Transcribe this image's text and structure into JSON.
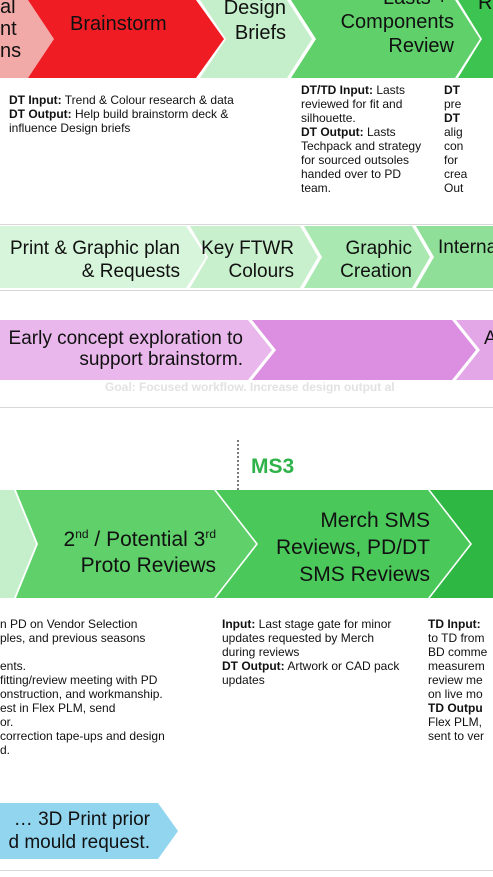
{
  "top_chevrons": {
    "left_partial": [
      "al",
      "nt",
      "ns"
    ],
    "brainstorm": "Brainstorm",
    "design_briefs": [
      "Design",
      "Briefs"
    ],
    "lasts_components": [
      "Lasts +",
      "Components",
      "Review"
    ],
    "right_partial": "R"
  },
  "top_descriptions": {
    "col1": {
      "input_label": "DT Input:",
      "input_text": " Trend & Colour research & data",
      "output_label": "DT Output:",
      "output_text": " Help build brainstorm deck & influence Design briefs"
    },
    "col2": {
      "input_label": "DT/TD Input:",
      "input_text": " Lasts reviewed for fit and silhouette.",
      "output_label": "DT Output:",
      "output_text": " Lasts Techpack and strategy for sourced outsoles handed over to PD team."
    },
    "col3": {
      "lines": [
        "DT",
        "pre",
        "DT",
        "alig",
        "con",
        "for",
        "crea",
        "Out"
      ]
    }
  },
  "graphic_band": {
    "print_graphic": [
      "Print & Graphic plan",
      "& Requests"
    ],
    "key_ftwr": [
      "Key FTWR",
      "Colours"
    ],
    "graphic_creation": [
      "Graphic",
      "Creation"
    ],
    "internal": "Interna"
  },
  "concept_band": {
    "text": [
      "Early concept exploration to",
      "support brainstorm."
    ],
    "right_letter": "A",
    "goal": "Goal: Focused workflow. Increase design output al"
  },
  "milestone": {
    "label": "MS3"
  },
  "bottom_chevrons": {
    "proto_reviews": {
      "line1_pre": "2",
      "line1_sup1": "nd",
      "line1_mid": " /  Potential 3",
      "line1_sup2": "rd",
      "line2": "Proto Reviews"
    },
    "merch_sms": [
      "Merch SMS",
      "Reviews, PD/DT",
      "SMS Reviews"
    ]
  },
  "bottom_descriptions": {
    "col1": {
      "lines": [
        "n PD on Vendor Selection",
        "ples, and previous seasons",
        "",
        "ents.",
        "fitting/review meeting with PD",
        "onstruction, and workmanship.",
        "est in Flex PLM, send",
        "or.",
        "correction tape-ups and design",
        "d."
      ]
    },
    "col2": {
      "input_label": "Input:",
      "input_text": " Last stage gate for minor updates requested by Merch during reviews",
      "output_label": "DT Output:",
      "output_text": " Artwork or CAD pack updates"
    },
    "col3": {
      "l1_label": "TD Input:",
      "l2": "to TD from",
      "l3": "BD comme",
      "l4": "measurem",
      "l5": "review me",
      "l6": "on live mo",
      "out_label": "TD Outpu",
      "l8": "Flex PLM,",
      "l9": "sent to ver"
    }
  },
  "print_band": {
    "lines": [
      "… 3D Print prior",
      "d mould request."
    ]
  },
  "colors": {
    "red": "#f01c24",
    "green": "#3cc350",
    "light_green": "#c5efcb",
    "pink": "#e8b4ea",
    "magenta": "#d986e0",
    "blue": "#92d5ef",
    "ms3": "#2fb24a"
  }
}
